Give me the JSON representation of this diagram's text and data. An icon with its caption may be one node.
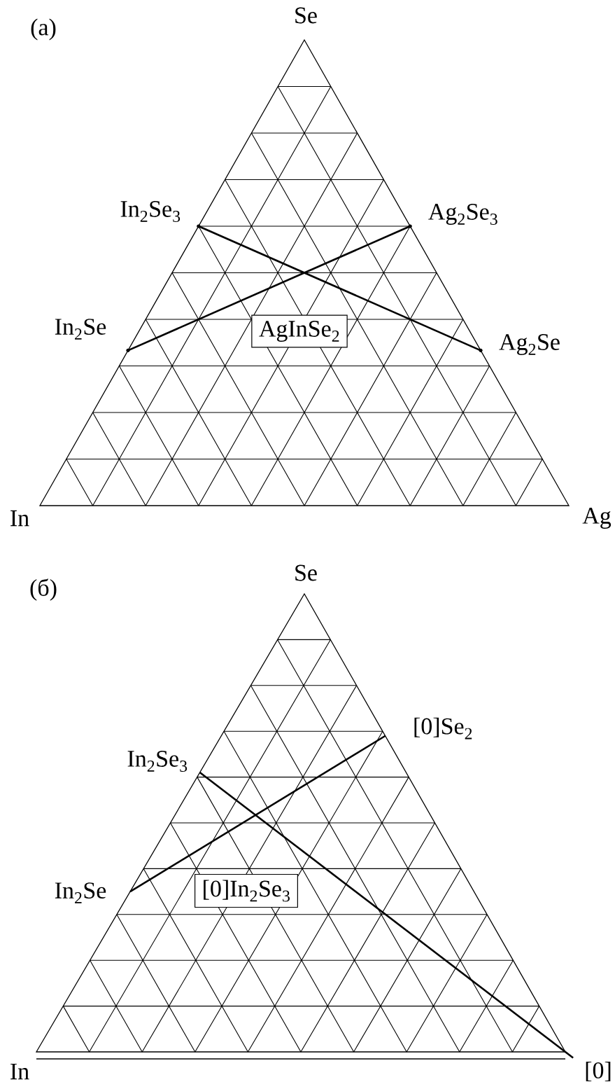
{
  "diagram": {
    "nodes": [
      {
        "text": [
          "Se"
        ]
      },
      {
        "text": [
          "In$_{2}$Se$_{3}$"
        ]
      },
      {
        "text": [
          "Ag$_{2}$Se$_{3}$"
        ]
      },
      {
        "text": [
          "In$_{2}$Se"
        ]
      },
      {
        "text": [
          "AgInSe$_{2}$"
        ]
      },
      {
        "text": [
          "Ag$_{2}$Se"
        ]
      },
      {
        "text": [
          "In"
        ]
      },
      {
        "text": [
          "Ag"
        ]
      },
      {
        "text": [
          "Se"
        ]
      },
      {
        "text": [
          "[0]Se$_{2}$"
        ]
      },
      {
        "text": [
          "In$_{2}$Se$_{3}$"
        ]
      },
      {
        "text": [
          "In$_{2}$Se"
        ]
      },
      {
        "text": [
          "[0]In$_{2}$Se$_{3}$"
        ]
      },
      {
        "text": [
          "In"
        ]
      },
      {
        "text": [
          "[0]"
        ]
      }
    ],
    "edges": [
      {
        "from": 1,
        "to": 5,
        "arrow": "none"
      },
      {
        "from": 3,
        "to": 2,
        "arrow": "none"
      },
      {
        "from": 10,
        "to": 14,
        "arrow": "none"
      },
      {
        "from": 11,
        "to": 9,
        "arrow": "none"
      }
    ],
    "labels": [
      "(a)",
      "(б)"
    ]
  }
}
